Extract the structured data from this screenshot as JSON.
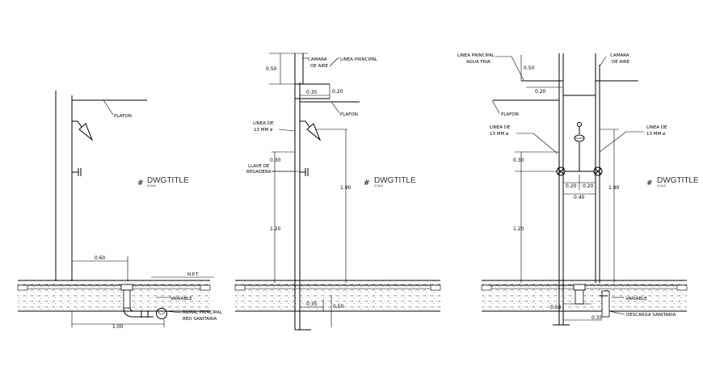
{
  "detail1": {
    "plafon": "PLAFON",
    "npt": "N.P.T.",
    "variable": "VARIABLE",
    "ramal": "RAMAL PRINCIPAL",
    "red": "RED SANITARIA",
    "dim_060": "0.60",
    "dim_100": "1.00",
    "title": "DWGTITLE",
    "scale": "SCALE"
  },
  "detail2": {
    "camara": "CAMARA",
    "de_aire": "DE AIRE",
    "linea_principal": "LINEA PRINCIPAL",
    "plafon": "PLAFON",
    "linea_de": "LINEA  DE",
    "mm13": "13 MM ø",
    "llave_de": "LLAVE DE",
    "regadera": "REGADERA",
    "dim_050": "0.50",
    "dim_035a": "0.35",
    "dim_020": "0.20",
    "dim_030": "0.30",
    "dim_190": "1.90",
    "dim_120": "1.20",
    "dim_035b": "0.35",
    "dim_050b": "0.50",
    "title": "DWGTITLE",
    "scale": "SCALE"
  },
  "detail3": {
    "linea_principal": "LINEA PRINCIPAL",
    "agua_fria": "AGUA FRIA",
    "camara": "CAMARA",
    "de_aire": "DE AIRE",
    "plafon": "PLAFON",
    "linea_de_l": "LINEA  DE",
    "mm13_l": "13 MM ø",
    "linea_de_r": "LINEA  DE",
    "mm13_r": "13 MM ø",
    "dim_050": "0.50",
    "dim_020": "0.20",
    "dim_030": "0.30",
    "dim_020a": "0.20",
    "dim_020b": "0.20",
    "dim_040": "0.40",
    "dim_190": "1.90",
    "dim_120": "1.20",
    "variable": "VARIABLE",
    "descarga": "DESCARGA SANITARIA",
    "dim_058": "0.58",
    "dim_035": "0.35",
    "title": "DWGTITLE",
    "scale": "SCALE"
  }
}
